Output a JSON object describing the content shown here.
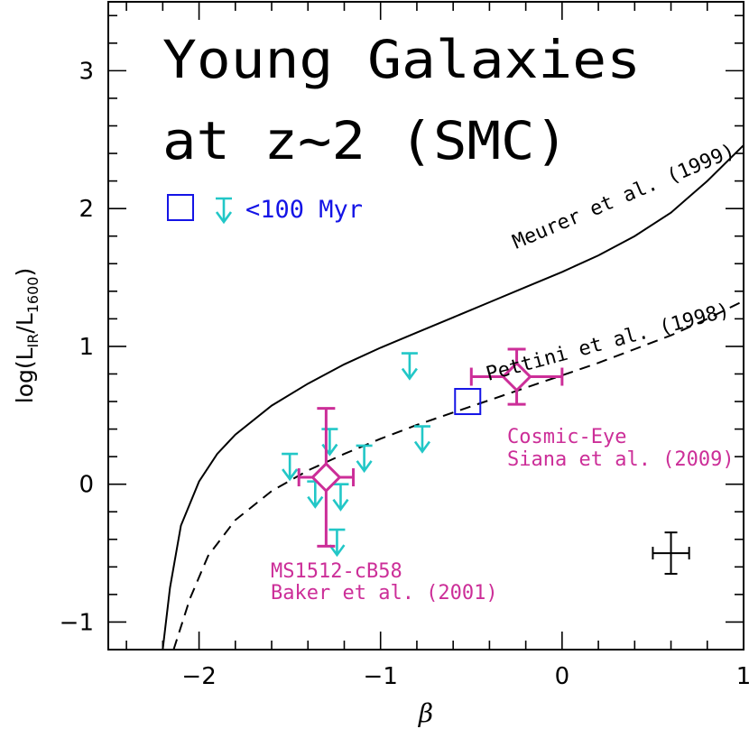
{
  "chart_data": {
    "type": "scatter",
    "title_line1": "Young Galaxies",
    "title_line2": "at z~2 (SMC)",
    "xlabel": "β",
    "ylabel": {
      "prefix": "log(L",
      "sub1": "IR",
      "mid": "/L",
      "sub2": "1600",
      "suffix": ")"
    },
    "xlim": [
      -2.5,
      1.0
    ],
    "ylim": [
      -1.2,
      3.5
    ],
    "x_ticks": [
      {
        "v": -2,
        "label": "−2"
      },
      {
        "v": -1,
        "label": "−1"
      },
      {
        "v": 0,
        "label": "0"
      },
      {
        "v": 1,
        "label": "1"
      }
    ],
    "y_ticks": [
      {
        "v": -1,
        "label": "−1"
      },
      {
        "v": 0,
        "label": "0"
      },
      {
        "v": 1,
        "label": "1"
      },
      {
        "v": 2,
        "label": "2"
      },
      {
        "v": 3,
        "label": "3"
      }
    ],
    "legend": {
      "label": "<100 Myr",
      "placement": "upper-left"
    },
    "curves": [
      {
        "label": "Meurer et al. (1999)",
        "style": "solid",
        "color": "#000000",
        "points": [
          [
            -2.2,
            -1.2
          ],
          [
            -2.16,
            -0.75
          ],
          [
            -2.1,
            -0.3
          ],
          [
            -2.0,
            0.02
          ],
          [
            -1.9,
            0.22
          ],
          [
            -1.8,
            0.36
          ],
          [
            -1.6,
            0.57
          ],
          [
            -1.4,
            0.73
          ],
          [
            -1.2,
            0.87
          ],
          [
            -1.0,
            0.99
          ],
          [
            -0.8,
            1.1
          ],
          [
            -0.6,
            1.21
          ],
          [
            -0.4,
            1.32
          ],
          [
            -0.2,
            1.43
          ],
          [
            0.0,
            1.54
          ],
          [
            0.2,
            1.66
          ],
          [
            0.4,
            1.8
          ],
          [
            0.6,
            1.97
          ],
          [
            0.8,
            2.2
          ],
          [
            1.0,
            2.46
          ]
        ]
      },
      {
        "label": "Pettini et al. (1998)",
        "style": "dashed",
        "color": "#000000",
        "points": [
          [
            -2.14,
            -1.2
          ],
          [
            -2.05,
            -0.83
          ],
          [
            -1.95,
            -0.52
          ],
          [
            -1.8,
            -0.26
          ],
          [
            -1.6,
            -0.05
          ],
          [
            -1.4,
            0.1
          ],
          [
            -1.2,
            0.22
          ],
          [
            -1.0,
            0.33
          ],
          [
            -0.8,
            0.43
          ],
          [
            -0.6,
            0.52
          ],
          [
            -0.4,
            0.61
          ],
          [
            -0.2,
            0.7
          ],
          [
            0.0,
            0.79
          ],
          [
            0.2,
            0.88
          ],
          [
            0.4,
            0.98
          ],
          [
            0.6,
            1.08
          ],
          [
            0.8,
            1.2
          ],
          [
            1.0,
            1.33
          ]
        ]
      }
    ],
    "upper_limits": [
      {
        "x": -1.5,
        "y": 0.22
      },
      {
        "x": -1.28,
        "y": 0.4
      },
      {
        "x": -1.36,
        "y": 0.02
      },
      {
        "x": -1.22,
        "y": 0.0
      },
      {
        "x": -1.09,
        "y": 0.28
      },
      {
        "x": -0.84,
        "y": 0.95
      },
      {
        "x": -0.77,
        "y": 0.42
      },
      {
        "x": -1.24,
        "y": -0.33
      }
    ],
    "upper_limit_color": "#22c7c7",
    "young_points": [
      {
        "x": -0.52,
        "y": 0.6
      }
    ],
    "young_point_color": "#1414e6",
    "labeled_points": [
      {
        "name": "MS1512-cB58",
        "ref": "Baker et al. (2001)",
        "x": -1.3,
        "y": 0.05,
        "xerr": 0.15,
        "yerr": 0.5
      },
      {
        "name": "Cosmic-Eye",
        "ref": "Siana et al. (2009)",
        "x": -0.25,
        "y": 0.78,
        "xerr": 0.25,
        "yerr": 0.2
      }
    ],
    "labeled_point_color": "#cc2e98",
    "typical_error": {
      "x": 0.6,
      "y": -0.5,
      "xerr": 0.1,
      "yerr": 0.15
    }
  }
}
